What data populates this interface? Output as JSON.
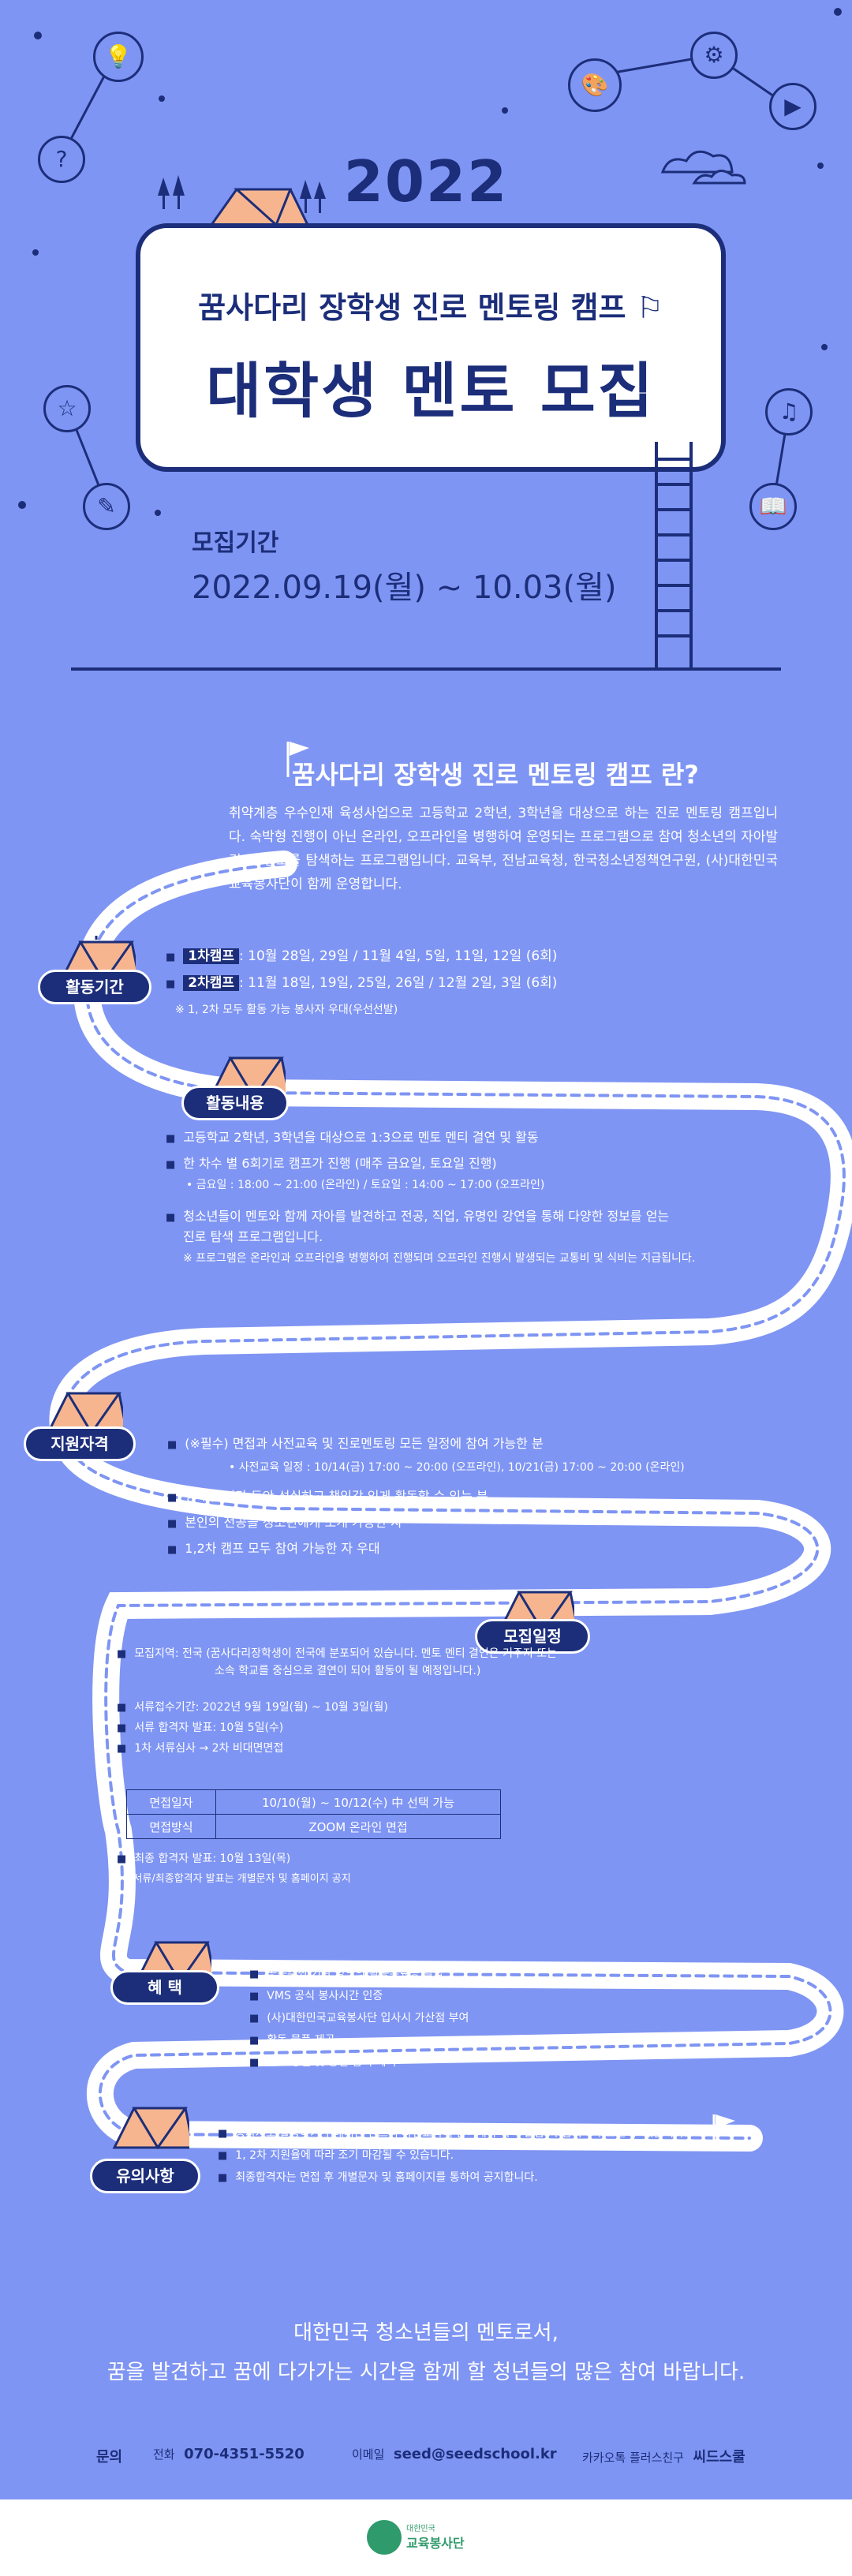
{
  "hero": {
    "year": "2022",
    "subtitle": "꿈사다리 장학생 진로 멘토링 캠프",
    "title": "대학생 멘토  모집",
    "period_label": "모집기간",
    "period_value": "2022.09.19(월) ~ 10.03(월)"
  },
  "intro": {
    "title": "꿈사다리 장학생 진로 멘토링 캠프 란?",
    "text": "취약계층 우수인재 육성사업으로 고등학교 2학년, 3학년을 대상으로 하는 진로 멘토링 캠프입니다. 숙박형 진행이 아닌 온라인, 오프라인을 병행하여 운영되는 프로그램으로 참여 청소년의 자아발견 및 진로를 탐색하는 프로그램입니다. 교육부, 전남교육청, 한국청소년정책연구원, (사)대한민국교육봉사단이 함께 운영합니다."
  },
  "sections": {
    "period": {
      "label": "활동기간",
      "camp1_badge": "1차캠프",
      "camp1_text": ": 10월 28일, 29일 / 11월 4일, 5일, 11일, 12일 (6회)",
      "camp2_badge": "2차캠프",
      "camp2_text": ": 11월 18일, 19일, 25일, 26일 / 12월 2일, 3일 (6회)",
      "note": "※ 1, 2차 모두 활동 가능 봉사자 우대(우선선발)"
    },
    "content": {
      "label": "활동내용",
      "item1": "고등학교 2학년, 3학년을 대상으로 1:3으로 멘토 멘티 결연 및 활동",
      "item2": "한 차수 별 6회기로 캠프가 진행 (매주 금요일, 토요일 진행)",
      "item2_sub": "• 금요일 : 18:00 ~ 21:00 (온라인)  /  토요일 : 14:00 ~ 17:00 (오프라인)",
      "item3": "청소년들이 멘토와 함께 자아를 발견하고 전공, 직업, 유명인 강연을 통해 다양한 정보를 얻는",
      "item3_cont": "진로 탐색 프로그램입니다.",
      "item3_note": "※ 프로그램은 온라인과 오프라인을 병행하여 진행되며 오프라인 진행시 발생되는 교통비 및 식비는 지급됩니다."
    },
    "qualification": {
      "label": "지원자격",
      "item1": "(※필수) 면접과 사전교육 및 진로멘토링 모든 일정에 참여 가능한 분",
      "item1_sub": "• 사전교육 일정 : 10/14(금) 17:00 ~ 20:00 (오프라인), 10/21(금) 17:00 ~ 20:00 (온라인)",
      "item2": "정해진 기간 동안 성실하고 책임감 있게 활동할 수 있는 분",
      "item3": "본인의 전공을 청소년에게 소개 가능한 자",
      "item4": "1,2차 캠프 모두 참여 가능한 자 우대"
    },
    "schedule": {
      "label": "모집일정",
      "region": "모집지역: 전국 (꿈사다리장학생이 전국에 분포되어 있습니다. 멘토 멘티 결연은 거주지 또는",
      "region_cont": "소속 학교를 중심으로 결연이 되어 활동이 될 예정입니다.)",
      "apply": "서류접수기간: 2022년 9월 19일(월) ~ 10월 3일(월)",
      "doc_result": "서류 합격자 발표: 10월 5일(수)",
      "process": "1차 서류심사 → 2차 비대면면접",
      "interview_date_label": "면접일자",
      "interview_date_value": "10/10(월) ~ 10/12(수) 中 선택 가능",
      "interview_method_label": "면접방식",
      "interview_method_value": "ZOOM 온라인 면접",
      "final_result": "최종 합격자 발표: 10월 13일(목)",
      "final_note": "*서류/최종합격자 발표는 개별문자 및 홈페이지 공지"
    },
    "benefits": {
      "label": "혜    택",
      "item1": "공동주최 기관 명의의 활동수료증 발급",
      "item2": "VMS 공식 봉사시간 인증",
      "item3": "(사)대한민국교육봉사단 입사시 가산점 부여",
      "item4": "활동 물품 제공",
      "item5": "진로 강연 및 공연 참여 혜택"
    },
    "notes": {
      "label": "유의사항",
      "item1": "봉사자로 활동하기 위해서는 반드시 사전교육에 참여해야 하며 불참 시 합격이 취소될 수 있습니다.",
      "item2": "1, 2차 지원율에 따라 조기 마감될 수 있습니다.",
      "item3": "최종합격자는 면접 후 개별문자 및 홈페이지를 통하여 공지합니다."
    }
  },
  "closing": {
    "line1": "대한민국 청소년들의 멘토로서,",
    "line2": "꿈을 발견하고 꿈에 다가가는 시간을 함께 할 청년들의 많은 참여 바랍니다."
  },
  "contact": {
    "label": "문의",
    "phone_label": "전화",
    "phone": "070-4351-5520",
    "email_label": "이메일",
    "email": "seed@seedschool.kr",
    "kakao_label": "카카오톡 플러스친구",
    "kakao": "씨드스쿨"
  },
  "footer": {
    "logo_small": "대한민국",
    "logo_main": "교육봉사단"
  },
  "colors": {
    "background": "#7f95f3",
    "navy": "#1c2e7a",
    "tent": "#f6b58f",
    "white": "#ffffff"
  }
}
